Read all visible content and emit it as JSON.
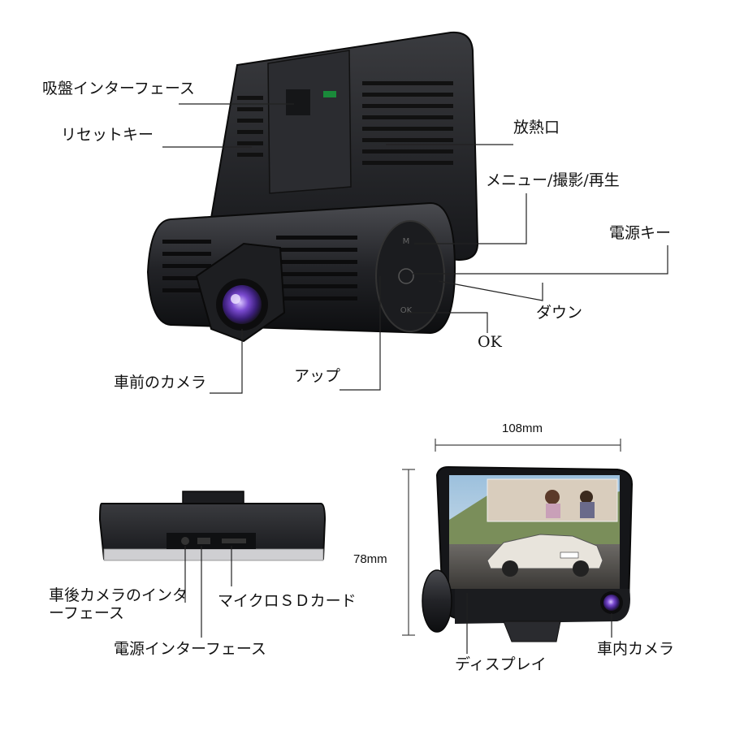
{
  "callouts": {
    "suction_interface": "吸盤インターフェース",
    "reset_key": "リセットキー",
    "heat_vent": "放熱口",
    "menu_capture_play": "メニュー/撮影/再生",
    "power_key": "電源キー",
    "down": "ダウン",
    "ok": "OK",
    "up": "アップ",
    "front_camera": "車前のカメラ",
    "rear_camera_interface": "車後カメラのインターフェース",
    "power_interface": "電源インターフェース",
    "micro_sd": "マイクロＳＤカード",
    "display": "ディスプレイ",
    "inner_camera": "車内カメラ"
  },
  "dimensions": {
    "width": "108mm",
    "height": "78mm"
  },
  "colors": {
    "body": "#1e1f22",
    "body_dark": "#0f1012",
    "lens": "#6b3fb8",
    "line": "#222222"
  }
}
